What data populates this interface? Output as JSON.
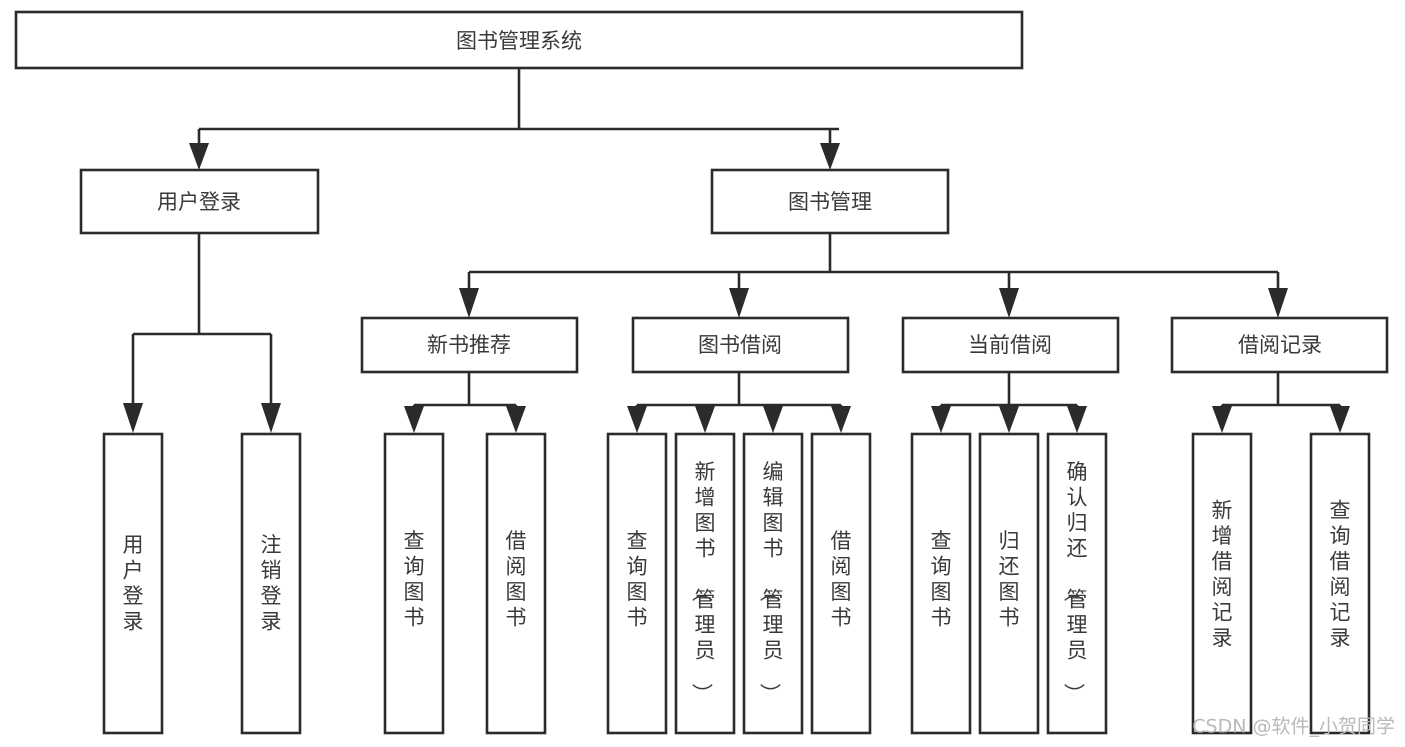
{
  "diagram": {
    "type": "tree-hierarchy",
    "title": "图书管理系统",
    "root": {
      "id": "root",
      "label": "图书管理系统",
      "orientation": "horizontal"
    },
    "level2": [
      {
        "id": "user-login",
        "label": "用户登录",
        "orientation": "horizontal"
      },
      {
        "id": "book-manage",
        "label": "图书管理",
        "orientation": "horizontal"
      }
    ],
    "level3": [
      {
        "id": "new-book-rec",
        "label": "新书推荐",
        "orientation": "horizontal",
        "parent": "book-manage"
      },
      {
        "id": "book-borrow",
        "label": "图书借阅",
        "orientation": "horizontal",
        "parent": "book-manage"
      },
      {
        "id": "current-borrow",
        "label": "当前借阅",
        "orientation": "horizontal",
        "parent": "book-manage"
      },
      {
        "id": "borrow-record",
        "label": "借阅记录",
        "orientation": "horizontal",
        "parent": "book-manage"
      }
    ],
    "leaves": [
      {
        "id": "leaf-user-login",
        "label": "用户登录",
        "orientation": "vertical",
        "parent": "user-login"
      },
      {
        "id": "leaf-user-logout",
        "label": "注销登录",
        "orientation": "vertical",
        "parent": "user-login"
      },
      {
        "id": "leaf-query-book-1",
        "label": "查询图书",
        "orientation": "vertical",
        "parent": "new-book-rec"
      },
      {
        "id": "leaf-borrow-book-1",
        "label": "借阅图书",
        "orientation": "vertical",
        "parent": "new-book-rec"
      },
      {
        "id": "leaf-query-book-2",
        "label": "查询图书",
        "orientation": "vertical",
        "parent": "book-borrow"
      },
      {
        "id": "leaf-add-book",
        "label": "新增图书（管理员）",
        "orientation": "vertical",
        "parent": "book-borrow"
      },
      {
        "id": "leaf-edit-book",
        "label": "编辑图书（管理员）",
        "orientation": "vertical",
        "parent": "book-borrow"
      },
      {
        "id": "leaf-borrow-book-2",
        "label": "借阅图书",
        "orientation": "vertical",
        "parent": "book-borrow"
      },
      {
        "id": "leaf-query-book-3",
        "label": "查询图书",
        "orientation": "vertical",
        "parent": "current-borrow"
      },
      {
        "id": "leaf-return-book",
        "label": "归还图书",
        "orientation": "vertical",
        "parent": "current-borrow"
      },
      {
        "id": "leaf-confirm-return",
        "label": "确认归还（管理员）",
        "orientation": "vertical",
        "parent": "current-borrow"
      },
      {
        "id": "leaf-add-record",
        "label": "新增借阅记录",
        "orientation": "vertical",
        "parent": "borrow-record"
      },
      {
        "id": "leaf-query-record",
        "label": "查询借阅记录",
        "orientation": "vertical",
        "parent": "borrow-record"
      }
    ]
  },
  "watermark": {
    "text": "CSDN @软件_小贺同学"
  },
  "colors": {
    "box_stroke": "#2b2b2b",
    "box_fill": "#ffffff",
    "text": "#3a3a3a",
    "connector": "#2b2b2b",
    "watermark": "#b9b9b9",
    "background": "#ffffff"
  }
}
